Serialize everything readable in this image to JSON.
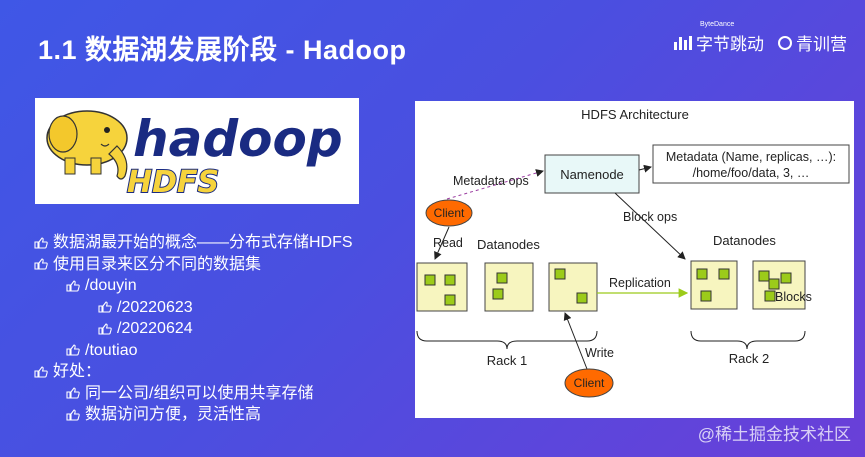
{
  "slide": {
    "title": "1.1 数据湖发展阶段 - Hadoop",
    "brand_bytedance_small": "ByteDance",
    "brand_bytedance": "字节跳动",
    "brand_qingxun": "青训营",
    "watermark": "@稀土掘金技术社区"
  },
  "logo": {
    "word": "hadoop",
    "sub": "HDFS",
    "colors": {
      "elephant": "#f6d33c",
      "text": "#1a2b82"
    }
  },
  "bullets": [
    {
      "level": 1,
      "text": "数据湖最开始的概念——分布式存储HDFS"
    },
    {
      "level": 1,
      "text": "使用目录来区分不同的数据集"
    },
    {
      "level": 2,
      "text": "/douyin"
    },
    {
      "level": 3,
      "text": "/20220623"
    },
    {
      "level": 3,
      "text": "/20220624"
    },
    {
      "level": 2,
      "text": "/toutiao"
    },
    {
      "level": 1,
      "text": "好处："
    },
    {
      "level": 2,
      "text": "同一公司/组织可以使用共享存储"
    },
    {
      "level": 2,
      "text": "数据访问方便，灵活性高"
    }
  ],
  "diagram": {
    "title": "HDFS Architecture",
    "namenode": "Namenode",
    "metadata_line1": "Metadata (Name, replicas, …):",
    "metadata_line2": "/home/foo/data, 3, …",
    "metadata_ops": "Metadata ops",
    "client_top": "Client",
    "read": "Read",
    "datanodes_left": "Datanodes",
    "block_ops": "Block ops",
    "datanodes_right": "Datanodes",
    "replication": "Replication",
    "blocks": "Blocks",
    "rack1": "Rack 1",
    "write": "Write",
    "client_bottom": "Client",
    "rack2": "Rack 2",
    "colors": {
      "node_fill": "#f7f5bf",
      "block_fill": "#9ccb1a",
      "client_fill": "#ff6a00",
      "namenode_fill": "#e8f8f8"
    }
  }
}
